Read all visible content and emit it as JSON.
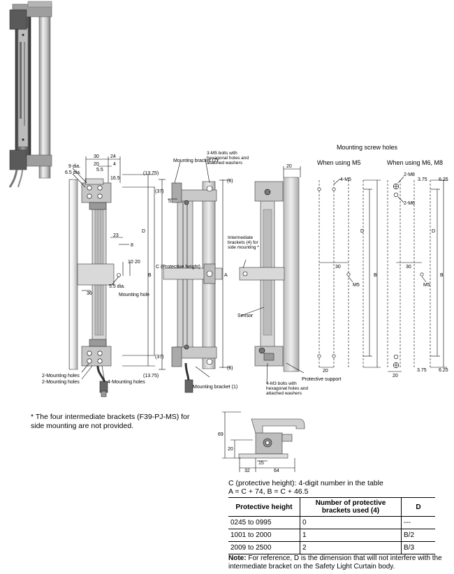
{
  "drawing": {
    "title_mounting_holes": "Mounting screw holes",
    "when_m5": "When using M5",
    "when_m6_m8": "When using M6, M8",
    "front": {
      "dim_30": "30",
      "dim_24": "24",
      "dim_20": "20",
      "dim_4": "4",
      "hole_9": "9 dia.",
      "hole_65": "6.5 dia.",
      "dim_55": "5.5",
      "dim_165": "16.5",
      "dim_1375_top": "(13.75)",
      "dim_37_top": "(37)",
      "dim_23": "23",
      "dim_8": "8",
      "dim_10": "10",
      "dim_20b": "20",
      "hole_55": "5.5 dia.",
      "mounting_hole": "Mounting hole",
      "dim_36": "36",
      "dim_37_bot": "(37)",
      "dim_1375_bot": "(13.75)",
      "label_d": "D",
      "label_c": "C (Protective height)",
      "label_b": "B",
      "two_mounting_holes_a": "2-Mounting holes",
      "two_mounting_holes_b": "2-Mounting holes",
      "four_mounting_holes": "4-Mounting holes"
    },
    "side": {
      "mounting_bracket_2": "Mounting bracket (2)",
      "bolts_top": "3-M5 bolts with hexagonal holes and attached washers",
      "dim_6_top": "(6)",
      "dim_5": "5",
      "label_a": "A",
      "dim_6_bot": "(6)",
      "mounting_bracket_1": "Mounting bracket (1)"
    },
    "back": {
      "dim_20": "20",
      "intermediate": "Intermediate brackets (4) for side mounting *",
      "sensor": "Sensor",
      "protective_support": "Protective support",
      "bolts_bot": "4-M3 bolts with hexagonal holes and attached washers"
    },
    "m5": {
      "label": "4-M5",
      "d": "D",
      "dim_30": "30",
      "m5": "M5",
      "b": "B",
      "dim_20": "20"
    },
    "m6": {
      "m8": "2-M8",
      "m6": "2-M6",
      "dim_375_top": "3.75",
      "dim_625_top": "6.25",
      "d": "D",
      "dim_30": "30",
      "m5": "M5",
      "b": "B",
      "dim_20": "20",
      "dim_375_bot": "3.75",
      "dim_625_bot": "6.25"
    },
    "detail": {
      "dim_69": "69",
      "dim_20": "20",
      "dim_15": "15",
      "dim_32": "32",
      "dim_64": "64"
    }
  },
  "footnote": "* The four intermediate brackets (F39-PJ-MS) for side mounting are not provided.",
  "caption_line1": "C (protective height): 4-digit number in the table",
  "caption_line2": "A = C + 74, B = C + 46.5",
  "table": {
    "headers": [
      "Protective height",
      "Number of protective brackets used (4)",
      "D"
    ],
    "rows": [
      [
        "0245 to 0995",
        "0",
        "---"
      ],
      [
        "1001 to 2000",
        "1",
        "B/2"
      ],
      [
        "2009 to 2500",
        "2",
        "B/3"
      ]
    ]
  },
  "note": {
    "label": "Note:",
    "text": "For reference, D is the dimension that will not interfere with the intermediate bracket on the Safety Light Curtain body."
  }
}
